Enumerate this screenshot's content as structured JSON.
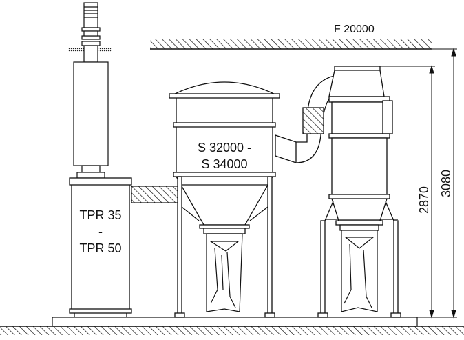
{
  "diagram": {
    "ceiling_label": "F 20000",
    "separator_label_line1": "S 32000 -",
    "separator_label_line2": "S 34000",
    "silo_label_line1": "TPR 35",
    "silo_label_line2": "-",
    "silo_label_line3": "TPR 50",
    "dimension_inner": "2870",
    "dimension_outer": "3080"
  },
  "colors": {
    "line": "#111111",
    "background": "#ffffff"
  }
}
